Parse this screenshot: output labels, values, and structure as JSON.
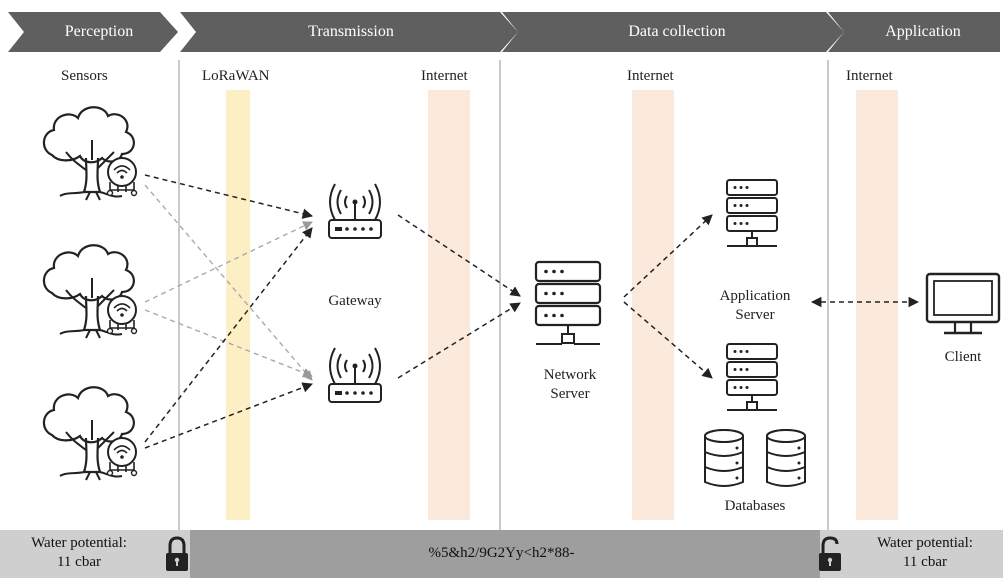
{
  "stages": {
    "perception": "Perception",
    "transmission": "Transmission",
    "data_collection": "Data collection",
    "application": "Application"
  },
  "labels": {
    "sensors": "Sensors",
    "lorawan": "LoRaWAN",
    "internet_1": "Internet",
    "internet_2": "Internet",
    "internet_3": "Internet",
    "gateway": "Gateway",
    "network_server_line1": "Network",
    "network_server_line2": "Server",
    "application_server_line1": "Application",
    "application_server_line2": "Server",
    "client": "Client",
    "databases": "Databases"
  },
  "bottom": {
    "left_line1": "Water potential:",
    "left_line2": "11 cbar",
    "encrypted": "%5&h2/9G2Yy<h2*88-",
    "right_line1": "Water potential:",
    "right_line2": "11 cbar"
  },
  "colors": {
    "chevron": "#5f5f5f",
    "lorawan_band": "#fdefc4",
    "internet_band": "#fbe9dc",
    "bottom_bar": "#cfcfcf",
    "bottom_bar_dark": "#9e9e9e",
    "divider": "#b8b8b8"
  },
  "icons": [
    "tree-sensor-icon",
    "wifi-router-icon",
    "server-rack-icon",
    "database-icon",
    "monitor-icon",
    "lock-closed-icon",
    "lock-open-icon"
  ]
}
